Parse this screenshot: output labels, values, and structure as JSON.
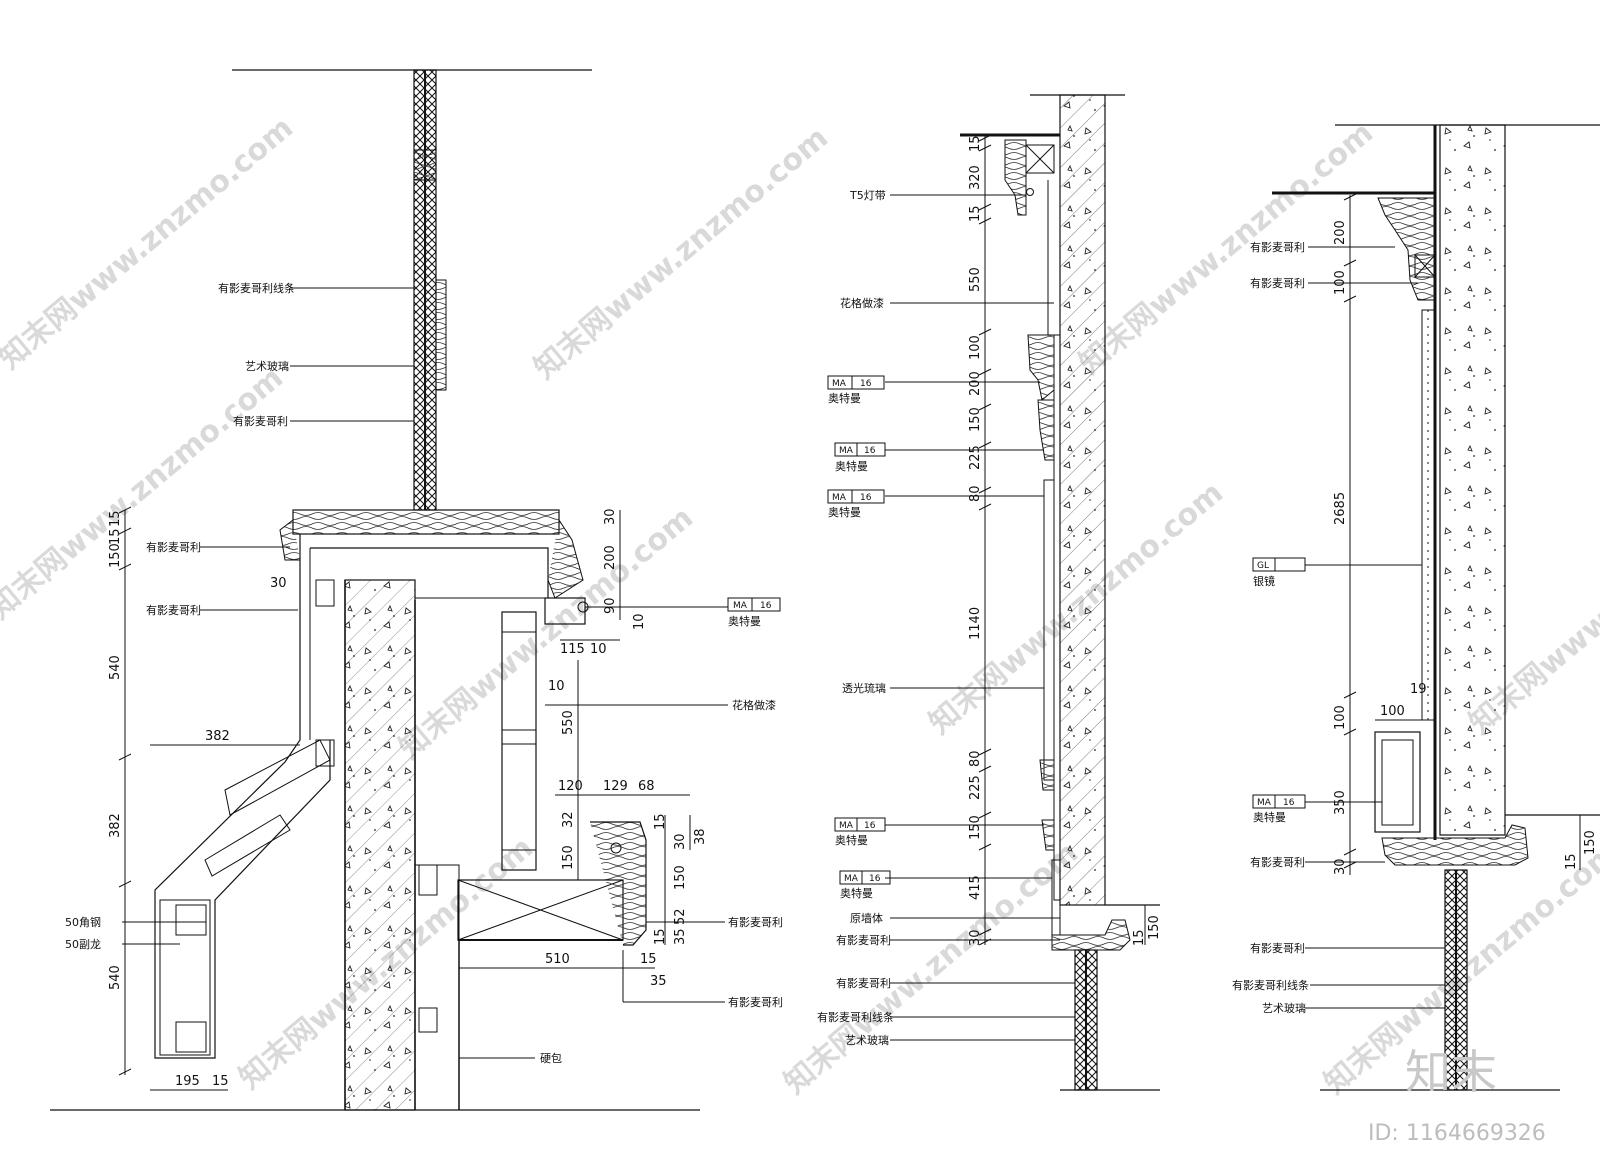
{
  "left_section": {
    "labels": {
      "top_molding": "有影麦哥利线条",
      "art_glass": "艺术玻璃",
      "top_panel": "有影麦哥利",
      "cap_1": "有影麦哥利",
      "cap_2": "有影麦哥利",
      "ma_code": "MA",
      "ma_num": "16",
      "ma_name": "奥特曼",
      "paint": "花格做漆",
      "angle_steel": "50角钢",
      "keel": "50副龙",
      "shelf_1": "有影麦哥利",
      "shelf_2": "有影麦哥利",
      "hard_pack": "硬包"
    },
    "dims": {
      "d15a": "15",
      "d15b": "15",
      "d150": "150",
      "d540a": "540",
      "d382v": "382",
      "d540b": "540",
      "d30": "30",
      "d382h": "382",
      "d195": "195",
      "d15c": "15",
      "d30r": "30",
      "d200r": "200",
      "d90r": "90",
      "d10r": "10",
      "d115": "115",
      "d10a": "10",
      "d10b": "10",
      "d550": "550",
      "d120": "120",
      "d129": "129",
      "d68": "68",
      "d32": "32",
      "d150m": "150",
      "d15m": "15",
      "d30m": "30",
      "d38": "38",
      "d150m2": "150",
      "d15m2": "15",
      "d52": "52",
      "d35": "35",
      "d510": "510",
      "d15h": "15",
      "d35h": "35"
    }
  },
  "middle_section": {
    "labels": {
      "t5": "T5灯带",
      "paint": "花格做漆",
      "ma_code": "MA",
      "ma_num": "16",
      "ma_name": "奥特曼",
      "glass": "透光琉璃",
      "wall": "原墙体",
      "b1": "有影麦哥利",
      "b2": "有影麦哥利",
      "b3": "有影麦哥利线条",
      "b4": "艺术玻璃"
    },
    "dims": {
      "m15a": "15",
      "m320": "320",
      "m15b": "15",
      "m550": "550",
      "m100": "100",
      "m200": "200",
      "m150a": "150",
      "m225a": "225",
      "m80a": "80",
      "m1140": "1140",
      "m80b": "80",
      "m225b": "225",
      "m150b": "150",
      "m415": "415",
      "m30": "30",
      "m15c": "15",
      "m150c": "150"
    }
  },
  "right_section": {
    "labels": {
      "r1": "有影麦哥利",
      "r2": "有影麦哥利",
      "gl_code": "GL",
      "mirror": "银镜",
      "ma_code": "MA",
      "ma_num": "16",
      "ma_name": "奥特曼",
      "r3": "有影麦哥利",
      "b1": "有影麦哥利",
      "b2": "有影麦哥利线条",
      "b3": "艺术玻璃"
    },
    "dims": {
      "r200": "200",
      "r100a": "100",
      "r2685": "2685",
      "r100b": "100",
      "r19": "19",
      "r100h": "100",
      "r350": "350",
      "r30": "30",
      "r15": "15",
      "r150": "150"
    }
  },
  "watermarks": {
    "site": "知末网www.znzmo.com",
    "brand": "知末",
    "id": "ID: 1164669326"
  }
}
